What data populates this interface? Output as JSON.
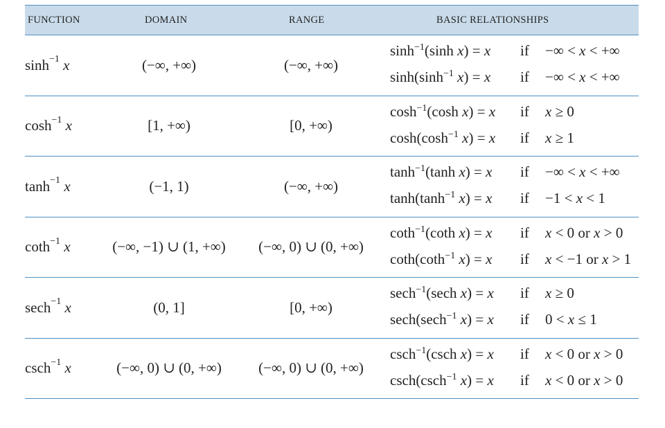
{
  "header": {
    "function": "FUNCTION",
    "domain": "DOMAIN",
    "range": "RANGE",
    "basic": "BASIC RELATIONSHIPS"
  },
  "rows": [
    {
      "func_base": "sinh",
      "func_sup": "−1",
      "func_var": " x",
      "domain": "(−∞, +∞)",
      "range": "(−∞, +∞)",
      "rels": [
        {
          "pre": "sinh",
          "sup": "−1",
          "post": "(sinh x) = x",
          "if": "if",
          "cond": "−∞ < x < +∞"
        },
        {
          "pre": "sinh(sinh",
          "sup": "−1",
          "post": " x) = x",
          "if": "if",
          "cond": "−∞ < x < +∞"
        }
      ]
    },
    {
      "func_base": "cosh",
      "func_sup": "−1",
      "func_var": " x",
      "domain": "[1, +∞)",
      "range": "[0, +∞)",
      "rels": [
        {
          "pre": "cosh",
          "sup": "−1",
          "post": "(cosh x) = x",
          "if": "if",
          "cond": "x ≥ 0"
        },
        {
          "pre": "cosh(cosh",
          "sup": "−1",
          "post": " x) = x",
          "if": "if",
          "cond": "x ≥ 1"
        }
      ]
    },
    {
      "func_base": "tanh",
      "func_sup": "−1",
      "func_var": " x",
      "domain": "(−1, 1)",
      "range": "(−∞, +∞)",
      "rels": [
        {
          "pre": "tanh",
          "sup": "−1",
          "post": "(tanh x) = x",
          "if": "if",
          "cond": "−∞ < x < +∞"
        },
        {
          "pre": "tanh(tanh",
          "sup": "−1",
          "post": " x) = x",
          "if": "if",
          "cond": "−1 < x < 1"
        }
      ]
    },
    {
      "func_base": "coth",
      "func_sup": "−1",
      "func_var": " x",
      "domain": "(−∞, −1) ∪ (1, +∞)",
      "range": "(−∞, 0) ∪ (0, +∞)",
      "rels": [
        {
          "pre": "coth",
          "sup": "−1",
          "post": "(coth x) = x",
          "if": "if",
          "cond": "x < 0 or x > 0"
        },
        {
          "pre": "coth(coth",
          "sup": "−1",
          "post": " x) = x",
          "if": "if",
          "cond": "x < −1 or x > 1"
        }
      ]
    },
    {
      "func_base": "sech",
      "func_sup": "−1",
      "func_var": " x",
      "domain": "(0, 1]",
      "range": "[0, +∞)",
      "rels": [
        {
          "pre": "sech",
          "sup": "−1",
          "post": "(sech x) = x",
          "if": "if",
          "cond": "x ≥ 0"
        },
        {
          "pre": "sech(sech",
          "sup": "−1",
          "post": " x) = x",
          "if": "if",
          "cond": "0 < x ≤ 1"
        }
      ]
    },
    {
      "func_base": "csch",
      "func_sup": "−1",
      "func_var": " x",
      "domain": "(−∞, 0) ∪ (0, +∞)",
      "range": "(−∞, 0) ∪ (0, +∞)",
      "rels": [
        {
          "pre": "csch",
          "sup": "−1",
          "post": "(csch x) = x",
          "if": "if",
          "cond": "x < 0 or x > 0"
        },
        {
          "pre": "csch(csch",
          "sup": "−1",
          "post": " x) = x",
          "if": "if",
          "cond": "x < 0 or x > 0"
        }
      ]
    }
  ]
}
